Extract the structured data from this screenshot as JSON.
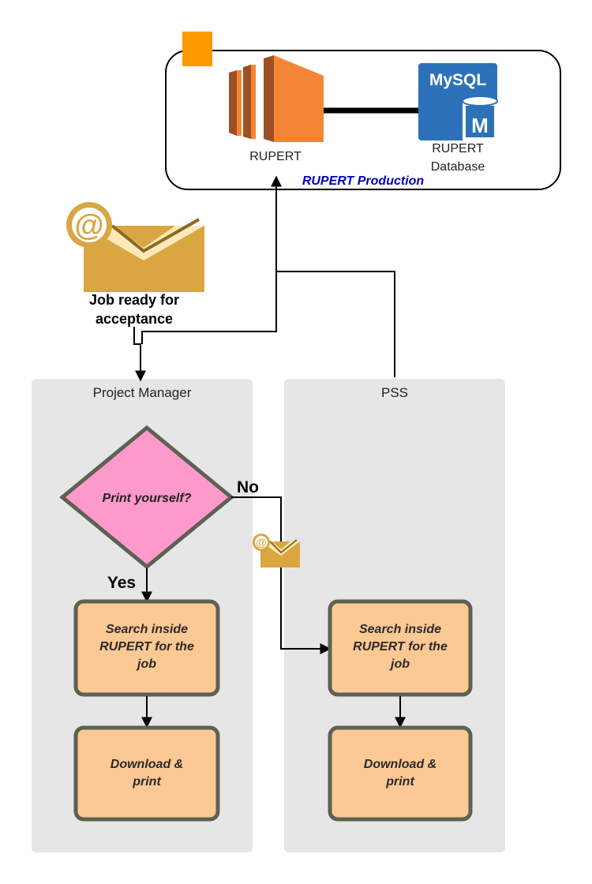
{
  "production": {
    "title": "RUPERT Production",
    "server_label": "RUPERT",
    "db_label_line1": "RUPERT",
    "db_label_line2": "Database",
    "db_brand": "MySQL",
    "db_badge": "M"
  },
  "email_main": {
    "label_line1": "Job ready for",
    "label_line2": "acceptance",
    "icon_symbol": "@"
  },
  "email_small": {
    "icon_symbol": "@"
  },
  "lanes": {
    "pm": {
      "title": "Project Manager"
    },
    "pss": {
      "title": "PSS"
    }
  },
  "decision": {
    "text": "Print yourself?",
    "yes_label": "Yes",
    "no_label": "No"
  },
  "pm_steps": {
    "search": {
      "line1": "Search inside",
      "line2": "RUPERT for the",
      "line3": "job"
    },
    "download": {
      "line1": "Download &",
      "line2": "print"
    }
  },
  "pss_steps": {
    "search": {
      "line1": "Search inside",
      "line2": "RUPERT for the",
      "line3": "job"
    },
    "download": {
      "line1": "Download &",
      "line2": "print"
    }
  },
  "colors": {
    "aws_orange": "#f58536",
    "aws_dark": "#9d5025",
    "mysql_blue": "#2d72b8",
    "envelope_gold": "#d9a641",
    "decision_pink": "#fe99cc",
    "process_fill": "#fcc894",
    "title_blue": "#0000c0",
    "square_orange": "#ff9900"
  },
  "icons": [
    "aws-ec2-icon",
    "mysql-database-icon",
    "email-icon",
    "email-small-icon"
  ]
}
